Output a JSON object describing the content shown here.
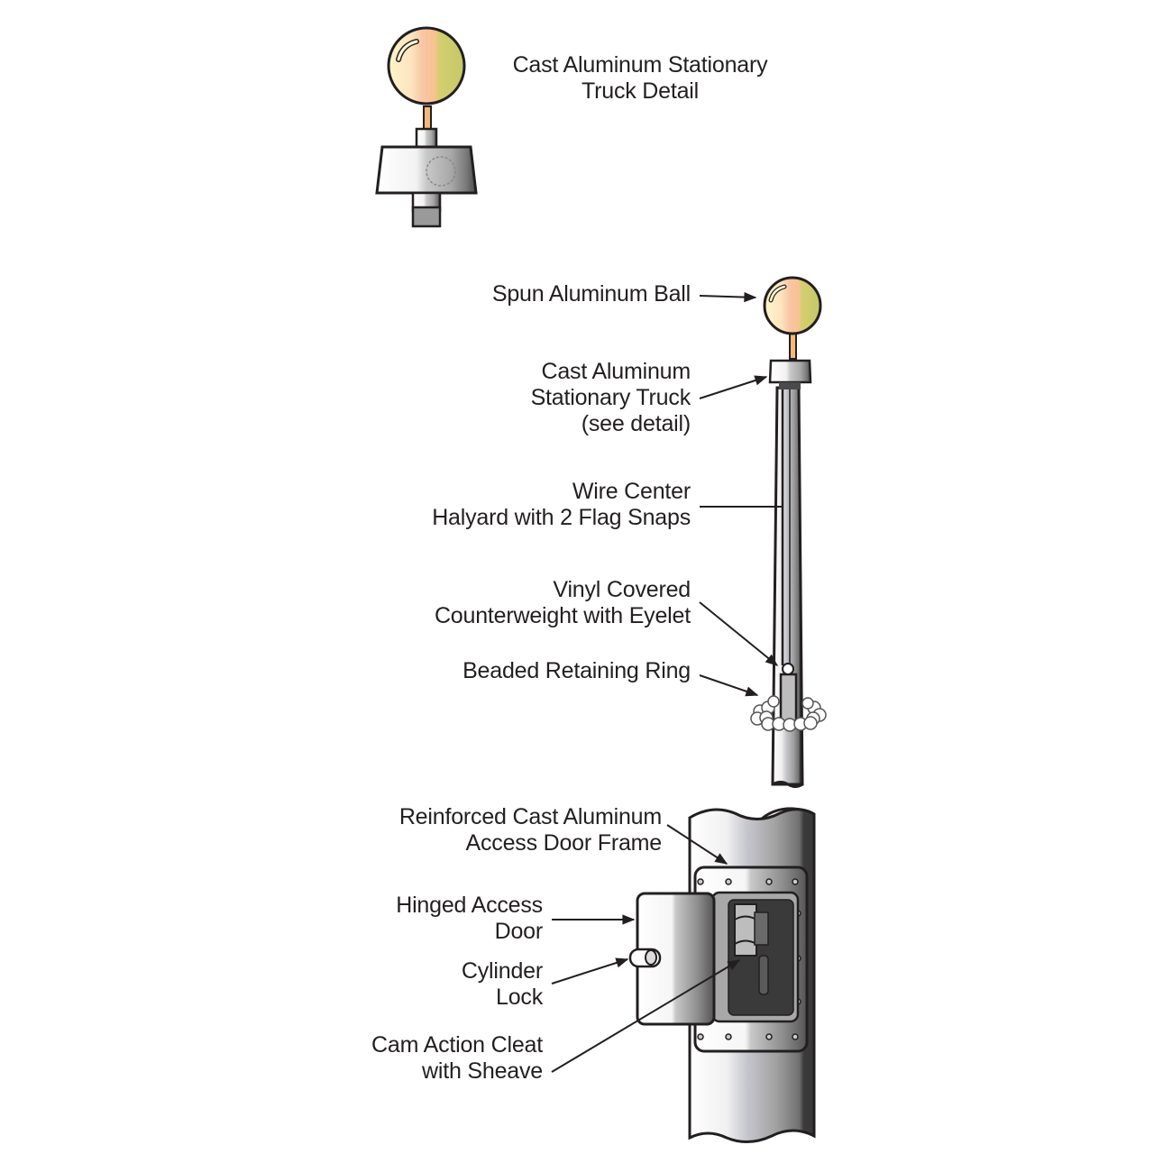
{
  "detail": {
    "title_line1": "Cast Aluminum Stationary",
    "title_line2": "Truck Detail"
  },
  "callouts": {
    "ball": "Spun Aluminum Ball",
    "truck_line1": "Cast Aluminum",
    "truck_line2": "Stationary Truck",
    "truck_line3": "(see detail)",
    "halyard_line1": "Wire Center",
    "halyard_line2": "Halyard with 2 Flag Snaps",
    "counterweight_line1": "Vinyl Covered",
    "counterweight_line2": "Counterweight with Eyelet",
    "ring": "Beaded Retaining Ring",
    "frame_line1": "Reinforced Cast Aluminum",
    "frame_line2": "Access Door Frame",
    "door_line1": "Hinged Access",
    "door_line2": "Door",
    "lock_line1": "Cylinder",
    "lock_line2": "Lock",
    "cleat_line1": "Cam Action Cleat",
    "cleat_line2": "with Sheave"
  },
  "colors": {
    "outline": "#231f20",
    "ball_light": "#fdf3c4",
    "ball_mid": "#f9c9a0",
    "ball_dark": "#c9cf6a",
    "metal_light": "#e8e8e8",
    "metal_mid": "#b8b8b8",
    "metal_dark": "#555555"
  }
}
